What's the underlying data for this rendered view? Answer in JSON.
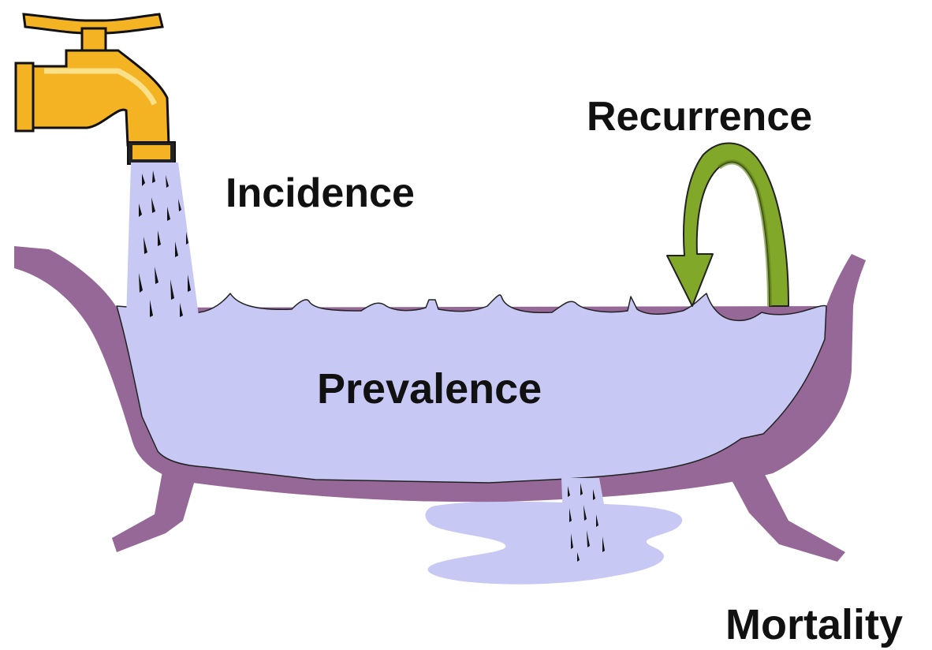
{
  "labels": {
    "incidence": "Incidence",
    "recurrence": "Recurrence",
    "prevalence": "Prevalence",
    "mortality": "Mortality"
  },
  "colors": {
    "tub": "#956897",
    "water": "#c8c8f5",
    "faucet": "#f3b323",
    "arrow": "#82a82a",
    "text": "#111111"
  },
  "icons": [
    "faucet-icon",
    "bathtub-icon",
    "water-stream-icon",
    "drain-stream-icon",
    "recurrence-arrow-icon"
  ]
}
